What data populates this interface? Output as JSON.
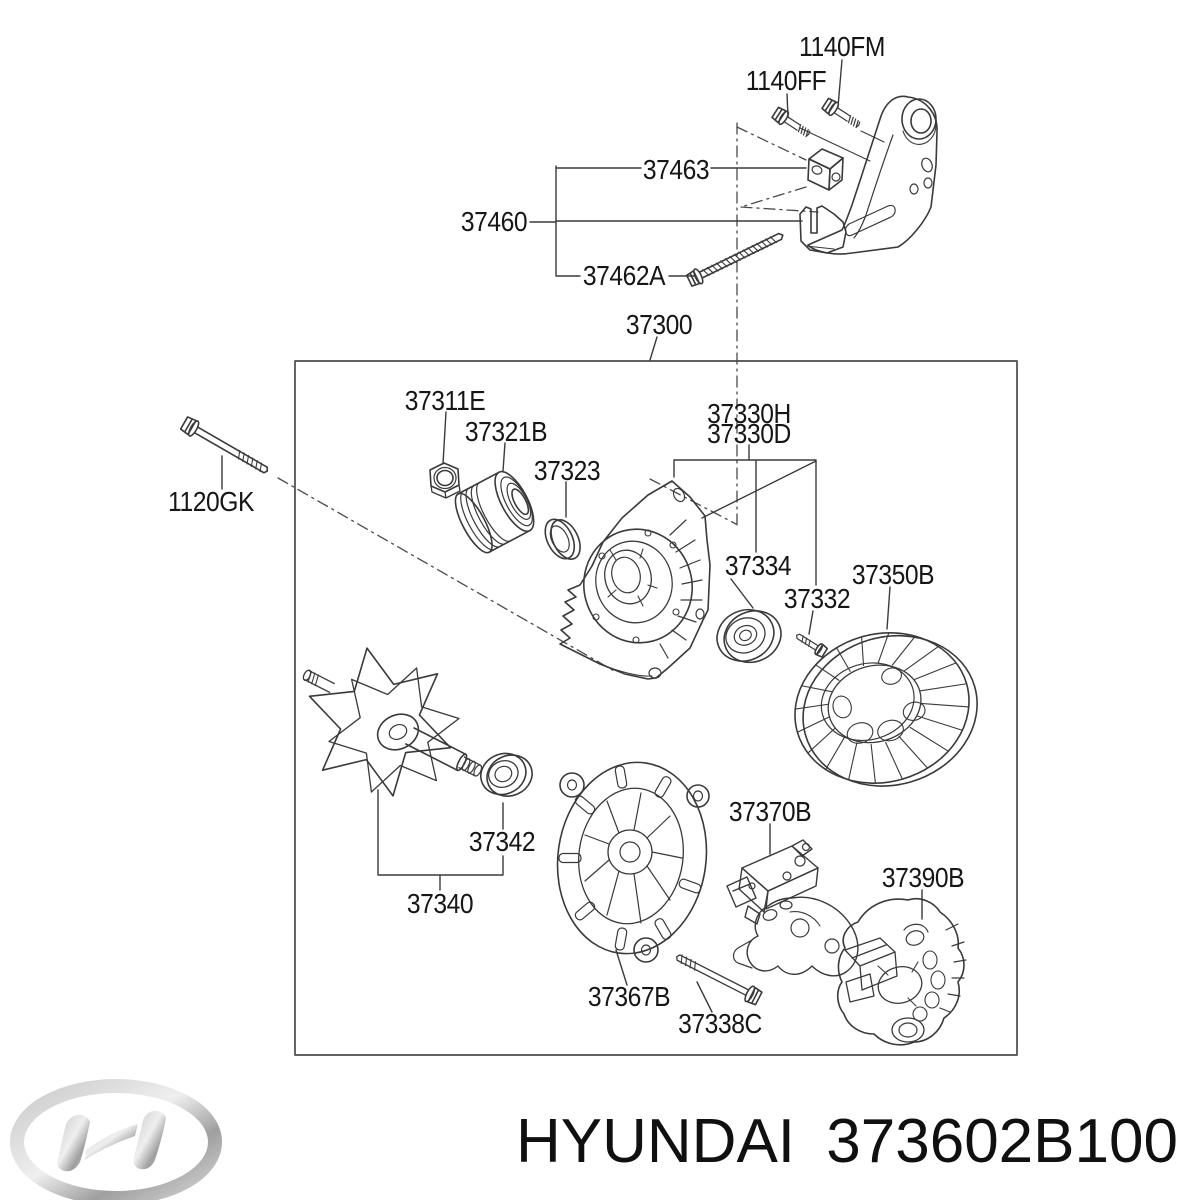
{
  "figure": {
    "assembly_box_label": "37300"
  },
  "part_labels": {
    "1140FM": "1140FM",
    "1140FF": "1140FF",
    "37463": "37463",
    "37460": "37460",
    "37462A": "37462A",
    "37300": "37300",
    "37311E": "37311E",
    "37321B": "37321B",
    "37323": "37323",
    "1120GK": "1120GK",
    "37330H": "37330H",
    "37330D": "37330D",
    "37334": "37334",
    "37332": "37332",
    "37350B": "37350B",
    "37342": "37342",
    "37340": "37340",
    "37370B": "37370B",
    "37390B": "37390B",
    "37367B": "37367B",
    "37338C": "37338C"
  },
  "footer": {
    "brand_text": "HYUNDAI",
    "part_number": "373602B100",
    "logo_icon": "hyundai-logo"
  },
  "colors": {
    "line": "#3a3a3a",
    "label_text": "#161616",
    "background": "#ffffff",
    "logo_silver": "#b5b5b5"
  }
}
